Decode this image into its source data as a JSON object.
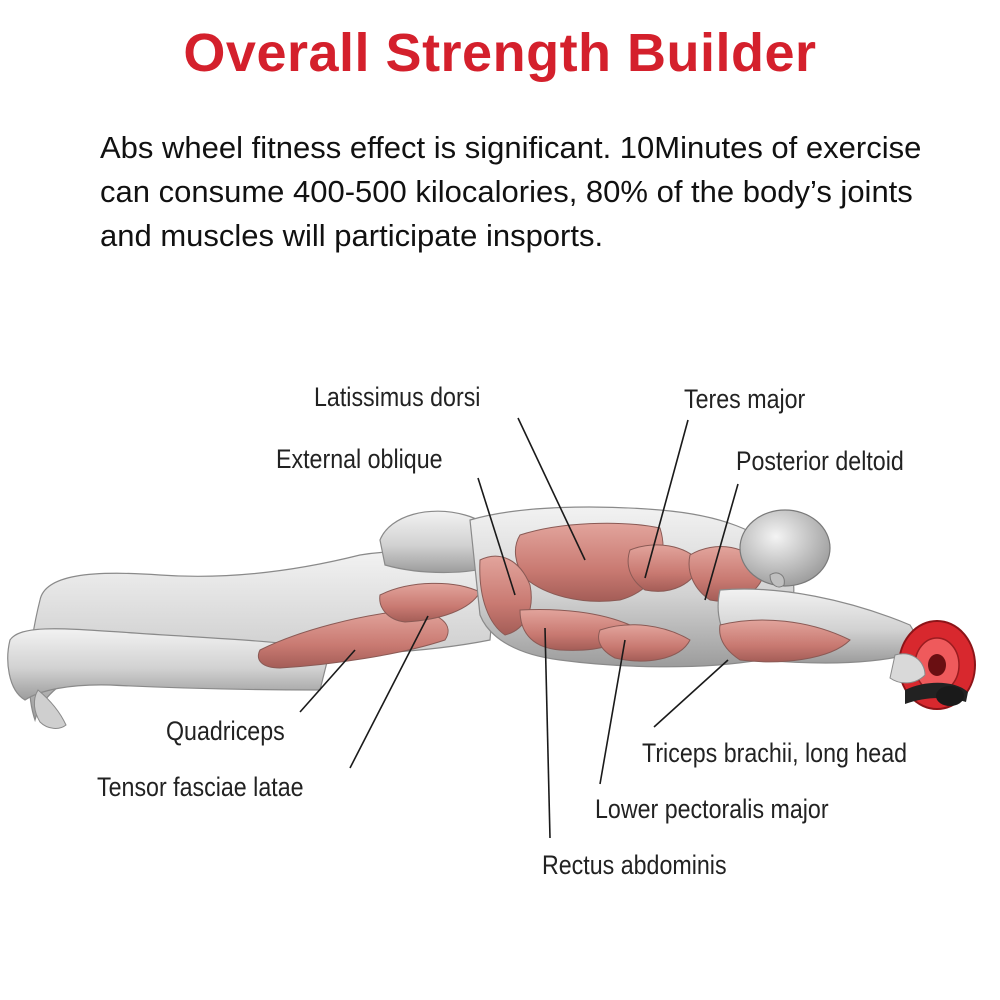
{
  "title": "Overall Strength Builder",
  "title_color": "#d4202c",
  "intro_lines": [
    "Abs wheel fitness effect is significant. 10Minutes of exercise",
    "can consume 400-500 kilocalories, 80% of the body’s joints",
    "and muscles will participate insports."
  ],
  "muscle_labels": {
    "latissimus_dorsi": "Latissimus dorsi",
    "teres_major": "Teres major",
    "external_oblique": "External oblique",
    "posterior_deltoid": "Posterior deltoid",
    "quadriceps": "Quadriceps",
    "tensor_fasciae_latae": "Tensor fasciae latae",
    "triceps_brachii_long_head": "Triceps brachii, long head",
    "lower_pectoralis_major": "Lower pectoralis major",
    "rectus_abdominis": "Rectus abdominis"
  },
  "colors": {
    "muscle_highlight": "#c97a72",
    "muscle_gray": "#d6d6d6",
    "wheel_red": "#d8282e"
  }
}
